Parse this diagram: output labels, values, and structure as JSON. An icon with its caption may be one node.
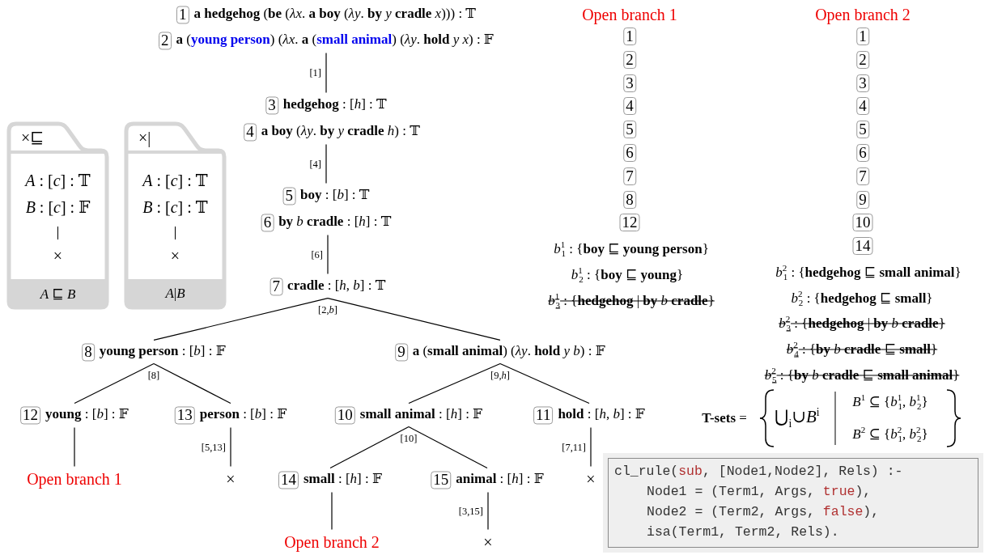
{
  "diagram": {
    "nodes": [
      {
        "text": [
          "1"
        ],
        "beside": [
          "**a hedgehog** (**be** (*λx*. **a boy** (*λy*. **by** *y* **cradle** *x*))) : 𝕋"
        ]
      },
      {
        "text": [
          "2"
        ],
        "beside": [
          "**a** (**young person**) (*λx*. **a** (**small animal**) (*λy*. **hold** *y* *x*) : 𝔽"
        ]
      },
      {
        "text": [
          "3"
        ],
        "beside": [
          "**hedgehog** : [*h*] : 𝕋"
        ]
      },
      {
        "text": [
          "4"
        ],
        "beside": [
          "**a boy** (*λy*. **by** *y* **cradle** *h*) : 𝕋"
        ]
      },
      {
        "text": [
          "×⊑",
          "*A* : [*c*] : 𝕋",
          "*B* : [*c*] : 𝔽",
          "×",
          "*A* ⊑ *B*"
        ]
      },
      {
        "text": [
          "×|",
          "*A* : [*c*] : 𝕋",
          "*B* : [*c*] : 𝕋",
          "×",
          "*A*|*B*"
        ]
      },
      {
        "text": [
          "5"
        ],
        "beside": [
          "**boy** : [*b*] : 𝕋"
        ]
      },
      {
        "text": [
          "6"
        ],
        "beside": [
          "**by** *b* **cradle** : [*h*] : 𝕋"
        ]
      },
      {
        "text": [
          "7"
        ],
        "beside": [
          "**cradle** : [*h*, *b*] : 𝕋"
        ]
      },
      {
        "text": [
          "8"
        ],
        "beside": [
          "**young person** : [*b*] : 𝔽"
        ]
      },
      {
        "text": [
          "9"
        ],
        "beside": [
          "**a** (**small animal**) (*λy*. **hold** *y* *b*) : 𝔽"
        ]
      },
      {
        "text": [
          "12"
        ],
        "beside": [
          "**young** : [*b*] : 𝔽"
        ]
      },
      {
        "text": [
          "13"
        ],
        "beside": [
          "**person** : [*b*] : 𝔽"
        ]
      },
      {
        "text": [
          "10"
        ],
        "beside": [
          "**small animal** : [*h*] : 𝔽"
        ]
      },
      {
        "text": [
          "11"
        ],
        "beside": [
          "**hold** : [*h*, *b*] : 𝔽"
        ]
      },
      {
        "text": [
          "Open branch 1"
        ]
      },
      {
        "text": [
          "×"
        ]
      },
      {
        "text": [
          "14"
        ],
        "beside": [
          "**small** : [*h*] : 𝔽"
        ]
      },
      {
        "text": [
          "15"
        ],
        "beside": [
          "**animal** : [*h*] : 𝔽"
        ]
      },
      {
        "text": [
          "×"
        ]
      },
      {
        "text": [
          "Open branch 2"
        ]
      },
      {
        "text": [
          "×"
        ]
      },
      {
        "text": [
          "1"
        ]
      },
      {
        "text": [
          "1"
        ]
      },
      {
        "text": [
          "2"
        ]
      },
      {
        "text": [
          "2"
        ]
      },
      {
        "text": [
          "3"
        ]
      },
      {
        "text": [
          "3"
        ]
      },
      {
        "text": [
          "4"
        ]
      },
      {
        "text": [
          "4"
        ]
      },
      {
        "text": [
          "5"
        ]
      },
      {
        "text": [
          "5"
        ]
      },
      {
        "text": [
          "6"
        ]
      },
      {
        "text": [
          "6"
        ]
      },
      {
        "text": [
          "7"
        ]
      },
      {
        "text": [
          "7"
        ]
      },
      {
        "text": [
          "8"
        ]
      },
      {
        "text": [
          "9"
        ]
      },
      {
        "text": [
          "12"
        ]
      },
      {
        "text": [
          "10"
        ]
      },
      {
        "text": [
          "14"
        ]
      },
      {
        "text": [
          "cl_rule(sub, [Node1,Node2], Rels) :-",
          "Node1 = (Term1, Args, true),",
          "Node2 = (Term2, Args, false),",
          "isa(Term1, Term2, Rels)."
        ]
      }
    ],
    "edges": [
      {
        "from": 1,
        "to": 2,
        "arrow": "none",
        "label": "[1]"
      },
      {
        "from": 3,
        "to": 6,
        "arrow": "none",
        "label": "[4]"
      },
      {
        "from": 7,
        "to": 8,
        "arrow": "none",
        "label": "[6]"
      },
      {
        "from": 8,
        "to": 9,
        "arrow": "none",
        "label": "[2,*b*]"
      },
      {
        "from": 8,
        "to": 10,
        "arrow": "none"
      },
      {
        "from": 9,
        "to": 11,
        "arrow": "none",
        "label": "[8]"
      },
      {
        "from": 9,
        "to": 12,
        "arrow": "none"
      },
      {
        "from": 10,
        "to": 13,
        "arrow": "none",
        "label": "[9,*h*]"
      },
      {
        "from": 10,
        "to": 14,
        "arrow": "none"
      },
      {
        "from": 11,
        "to": 15,
        "arrow": "none"
      },
      {
        "from": 12,
        "to": 16,
        "arrow": "none",
        "label": "[5,13]"
      },
      {
        "from": 13,
        "to": 17,
        "arrow": "none",
        "label": "[10]"
      },
      {
        "from": 13,
        "to": 18,
        "arrow": "none"
      },
      {
        "from": 14,
        "to": 19,
        "arrow": "none",
        "label": "[7,11]"
      },
      {
        "from": 17,
        "to": 20,
        "arrow": "none"
      },
      {
        "from": 18,
        "to": 21,
        "arrow": "none",
        "label": "[3,15]"
      }
    ],
    "labels": [
      "Open branch 1",
      "Open branch 2",
      "*b*$^{1}$$_{1}$ : {**boy** ⊑ **young person**}",
      "*b*$^{1}$$_{2}$ : {**boy** ⊑ **young**}",
      "*b*$^{1}$$_{3}$ : {**hedgehog** | **by** *b* **cradle**}",
      "*b*$^{2}$$_{1}$ : {**hedgehog** ⊑ **small animal**}",
      "*b*$^{2}$$_{2}$ : {**hedgehog** ⊑ **small**}",
      "*b*$^{2}$$_{3}$ : {**hedgehog** | **by** *b* **cradle**}",
      "*b*$^{2}$$_{4}$ : {**by** *b* **cradle** ⊑ **small**}",
      "*b*$^{2}$$_{5}$ : {**by** *b* **cradle** ⊑ **small animal**}",
      "**T-sets** =",
      "⋃$_{i}$∪*B*$^{i}$",
      "*B*$^{1}$ ⊆ {*b*$^{1}$$_{1}$, *b*$^{1}$$_{2}$}",
      "*B*$^{2}$ ⊆ {*b*$^{2}$$_{1}$, *b*$^{2}$$_{2}$}"
    ]
  }
}
